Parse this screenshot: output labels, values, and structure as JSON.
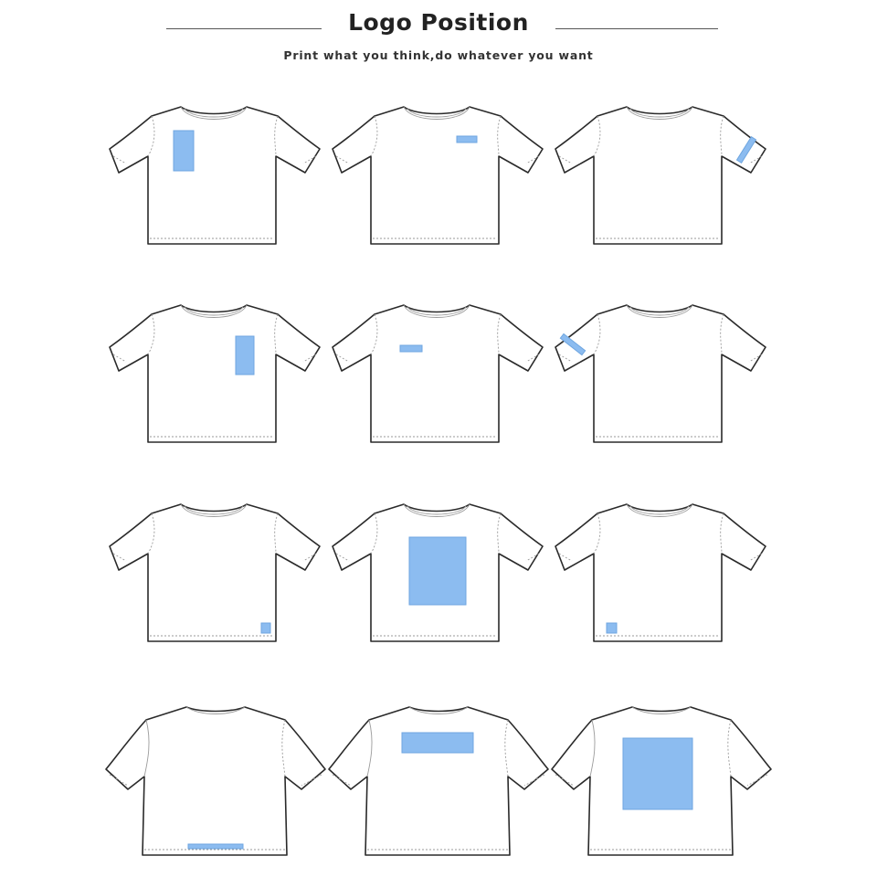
{
  "header": {
    "title": "Logo Position",
    "subtitle": "Print what you think,do whatever you want"
  },
  "colors": {
    "logo_fill": "#8cbcf0",
    "logo_stroke": "#6fa6e0",
    "outline": "#2a2a2a"
  },
  "shirts": [
    {
      "view": "front",
      "placement": "left-chest-large"
    },
    {
      "view": "front",
      "placement": "right-chest-small"
    },
    {
      "view": "front",
      "placement": "left-sleeve"
    },
    {
      "view": "front",
      "placement": "center-chest-large"
    },
    {
      "view": "front",
      "placement": "left-chest-small"
    },
    {
      "view": "front",
      "placement": "right-sleeve"
    },
    {
      "view": "front",
      "placement": "bottom-left-hem"
    },
    {
      "view": "front",
      "placement": "full-front"
    },
    {
      "view": "front",
      "placement": "bottom-right-hem"
    },
    {
      "view": "back",
      "placement": "back-bottom-hem"
    },
    {
      "view": "back",
      "placement": "back-upper"
    },
    {
      "view": "back",
      "placement": "full-back"
    }
  ]
}
